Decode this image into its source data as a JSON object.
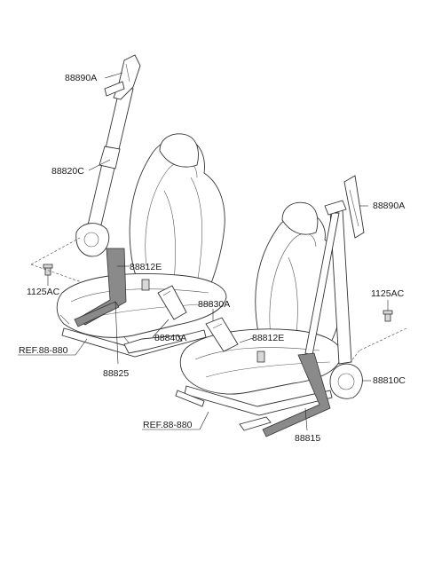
{
  "labels": {
    "front_upper_anchor": "88890A",
    "front_belt": "88820C",
    "front_buckle_right": "88812E",
    "front_bolt": "1125AC",
    "front_buckle_center": "88840A",
    "front_ref": "REF.88-880",
    "front_pretensioner": "88825",
    "rear_buckle": "88830A",
    "rear_buckle_right": "88812E",
    "rear_ref": "REF.88-880",
    "rear_pretensioner": "88815",
    "rear_upper_anchor": "88890A",
    "rear_bolt": "1125AC",
    "rear_retractor": "88810C"
  }
}
